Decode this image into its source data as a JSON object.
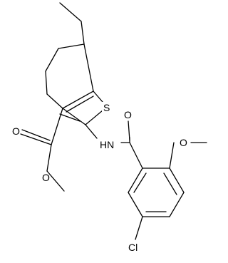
{
  "molecule": {
    "atom_labels": {
      "sulfur": "S",
      "nh": "HN",
      "chlorine": "Cl",
      "ester_carbonyl_o": "O",
      "ester_ether_o": "O",
      "amide_o": "O",
      "methoxy_o": "O"
    }
  }
}
